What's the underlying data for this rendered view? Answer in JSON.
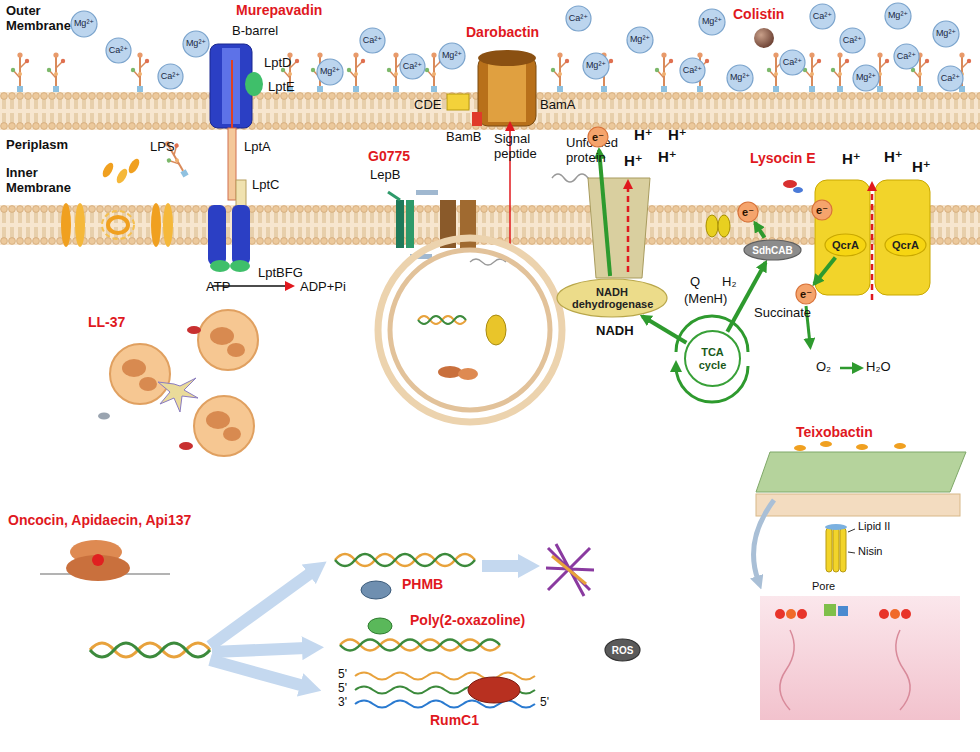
{
  "diagram": {
    "nodes": [
      {
        "text": [
          "Mg²⁺"
        ]
      },
      {
        "text": [
          "Ca²⁺"
        ]
      },
      {
        "text": [
          "Mg²⁺"
        ]
      },
      {
        "text": [
          "Ca²⁺"
        ]
      },
      {
        "text": [
          "Mg²⁺"
        ]
      },
      {
        "text": [
          "Ca²⁺"
        ]
      },
      {
        "text": [
          "Ca²⁺"
        ]
      },
      {
        "text": [
          "Mg²⁺"
        ]
      },
      {
        "text": [
          "Ca²⁺"
        ]
      },
      {
        "text": [
          "Mg²⁺"
        ]
      },
      {
        "text": [
          "Mg²⁺"
        ]
      },
      {
        "text": [
          "Ca²⁺"
        ]
      },
      {
        "text": [
          "Mg²⁺"
        ]
      },
      {
        "text": [
          "Mg²⁺"
        ]
      },
      {
        "text": [
          "Ca²⁺"
        ]
      },
      {
        "text": [
          "Ca²⁺"
        ]
      },
      {
        "text": [
          "Ca²⁺"
        ]
      },
      {
        "text": [
          "Mg²⁺"
        ]
      },
      {
        "text": [
          "Mg²⁺"
        ]
      },
      {
        "text": [
          "Ca²⁺"
        ]
      },
      {
        "text": [
          "Mg²⁺"
        ]
      },
      {
        "text": [
          "Ca²⁺"
        ]
      },
      {
        "text": [
          "e⁻"
        ]
      },
      {
        "text": [
          "NADH dehydrogenase"
        ]
      },
      {
        "text": [
          "e⁻"
        ]
      },
      {
        "text": [
          "SdhCAB"
        ]
      },
      {
        "text": [
          "e⁻"
        ]
      },
      {
        "text": [
          "QcrA"
        ]
      },
      {
        "text": [
          "QcrA"
        ]
      },
      {
        "text": [
          "e⁻"
        ]
      },
      {
        "text": [
          "TCA cycle"
        ]
      },
      {
        "text": [
          "ROS"
        ]
      }
    ],
    "edges": [
      {
        "from": 30,
        "to": 23,
        "arrow": "to"
      },
      {
        "from": 30,
        "to": 25,
        "arrow": "to"
      },
      {
        "from": 25,
        "to": 24,
        "arrow": "to"
      },
      {
        "from": 23,
        "to": 22,
        "arrow": "to"
      },
      {
        "from": 27,
        "to": 29,
        "arrow": "to"
      }
    ],
    "labels": [
      "Outer Membrane",
      "Periplasm",
      "Inner Membrane",
      "Murepavadin",
      "B-barrel",
      "LptD",
      "LptE",
      "LptA",
      "LPS",
      "LptC",
      "LptBFG",
      "ATP",
      "ADP+Pi",
      "Darobactin",
      "BamA",
      "CDE",
      "BamB",
      "Signal peptide",
      "Unfolded protein",
      "G0775",
      "LepB",
      "Colistin",
      "Lysocin E",
      "H⁺",
      "H⁺",
      "H⁺",
      "H⁺",
      "H⁺",
      "H⁺",
      "H⁺",
      "Q",
      "H₂",
      "(MenH)",
      "Succinate",
      "NADH",
      "O₂",
      "H₂O",
      "LL-37",
      "Oncocin, Apidaecin, Api137",
      "PHMB",
      "Poly(2-oxazoline)",
      "RumC1",
      "5'",
      "5'",
      "3'",
      "5'",
      "Teixobactin",
      "Lipid II",
      "Nisin",
      "Pore"
    ]
  }
}
